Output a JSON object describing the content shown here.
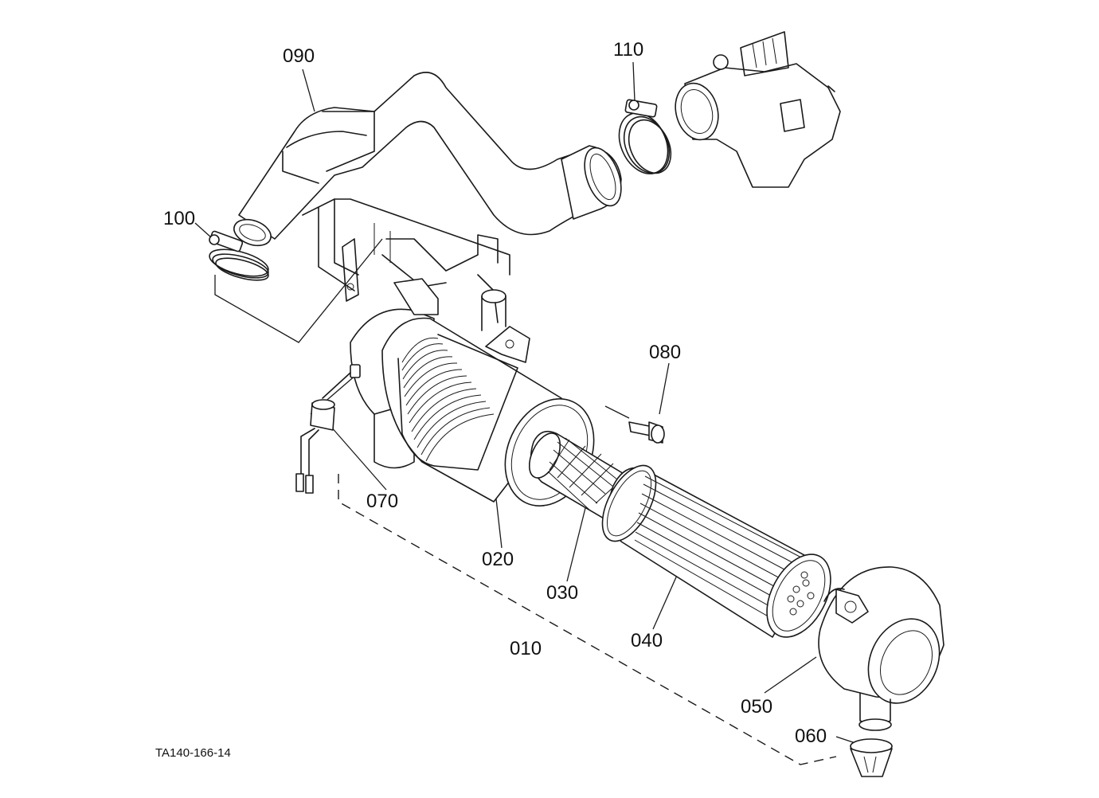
{
  "callouts": {
    "c010": "010",
    "c020": "020",
    "c030": "030",
    "c040": "040",
    "c050": "050",
    "c060": "060",
    "c070": "070",
    "c080": "080",
    "c090": "090",
    "c100": "100",
    "c110": "110"
  },
  "drawing_code": "TA140-166-14"
}
